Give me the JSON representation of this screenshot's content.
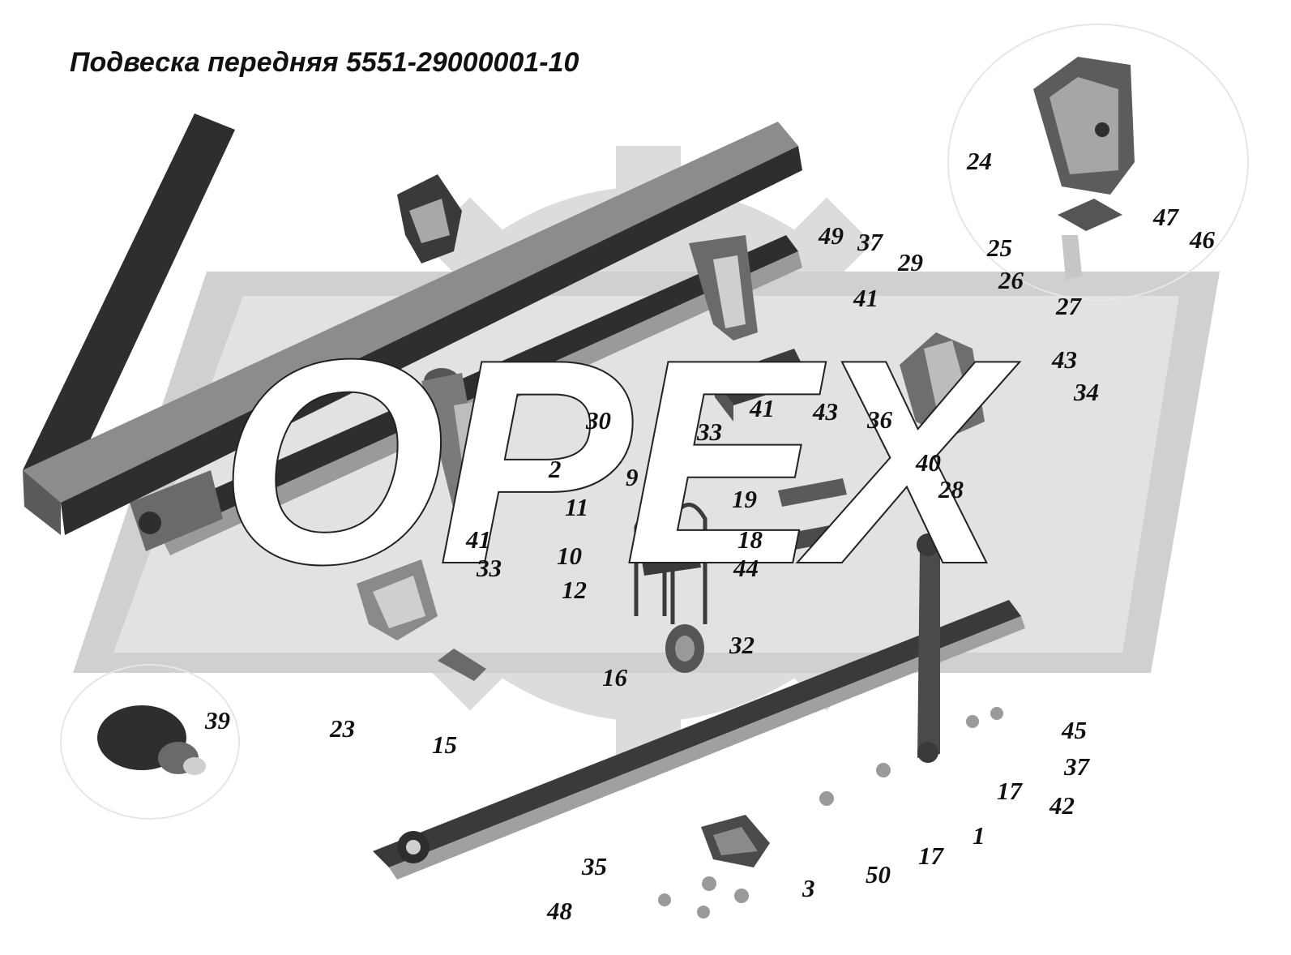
{
  "title": "Подвеска передняя 5551-29000001-10",
  "watermark": {
    "text": "OPEX",
    "plate_color": "#d0d0d0",
    "gear_color": "#dcdcdc"
  },
  "colors": {
    "part_dark": "#2e2e2e",
    "part_mid": "#6a6a6a",
    "part_light": "#bdbdbd"
  },
  "callouts": [
    {
      "id": "c24",
      "label": "24"
    },
    {
      "id": "c47",
      "label": "47"
    },
    {
      "id": "c46",
      "label": "46"
    },
    {
      "id": "c49",
      "label": "49"
    },
    {
      "id": "c37a",
      "label": "37"
    },
    {
      "id": "c29",
      "label": "29"
    },
    {
      "id": "c25",
      "label": "25"
    },
    {
      "id": "c26",
      "label": "26"
    },
    {
      "id": "c27",
      "label": "27"
    },
    {
      "id": "c41a",
      "label": "41"
    },
    {
      "id": "c43a",
      "label": "43"
    },
    {
      "id": "c34",
      "label": "34"
    },
    {
      "id": "c41b",
      "label": "41"
    },
    {
      "id": "c43b",
      "label": "43"
    },
    {
      "id": "c36",
      "label": "36"
    },
    {
      "id": "c30",
      "label": "30"
    },
    {
      "id": "c33a",
      "label": "33"
    },
    {
      "id": "c40",
      "label": "40"
    },
    {
      "id": "c28",
      "label": "28"
    },
    {
      "id": "c2",
      "label": "2"
    },
    {
      "id": "c9",
      "label": "9"
    },
    {
      "id": "c19",
      "label": "19"
    },
    {
      "id": "c11",
      "label": "11"
    },
    {
      "id": "c18",
      "label": "18"
    },
    {
      "id": "c41c",
      "label": "41"
    },
    {
      "id": "c10",
      "label": "10"
    },
    {
      "id": "c33b",
      "label": "33"
    },
    {
      "id": "c44",
      "label": "44"
    },
    {
      "id": "c12",
      "label": "12"
    },
    {
      "id": "c32",
      "label": "32"
    },
    {
      "id": "c16",
      "label": "16"
    },
    {
      "id": "c39",
      "label": "39"
    },
    {
      "id": "c23",
      "label": "23"
    },
    {
      "id": "c15",
      "label": "15"
    },
    {
      "id": "c45",
      "label": "45"
    },
    {
      "id": "c37b",
      "label": "37"
    },
    {
      "id": "c17a",
      "label": "17"
    },
    {
      "id": "c42",
      "label": "42"
    },
    {
      "id": "c1",
      "label": "1"
    },
    {
      "id": "c17b",
      "label": "17"
    },
    {
      "id": "c35",
      "label": "35"
    },
    {
      "id": "c50",
      "label": "50"
    },
    {
      "id": "c3",
      "label": "3"
    },
    {
      "id": "c48",
      "label": "48"
    }
  ]
}
